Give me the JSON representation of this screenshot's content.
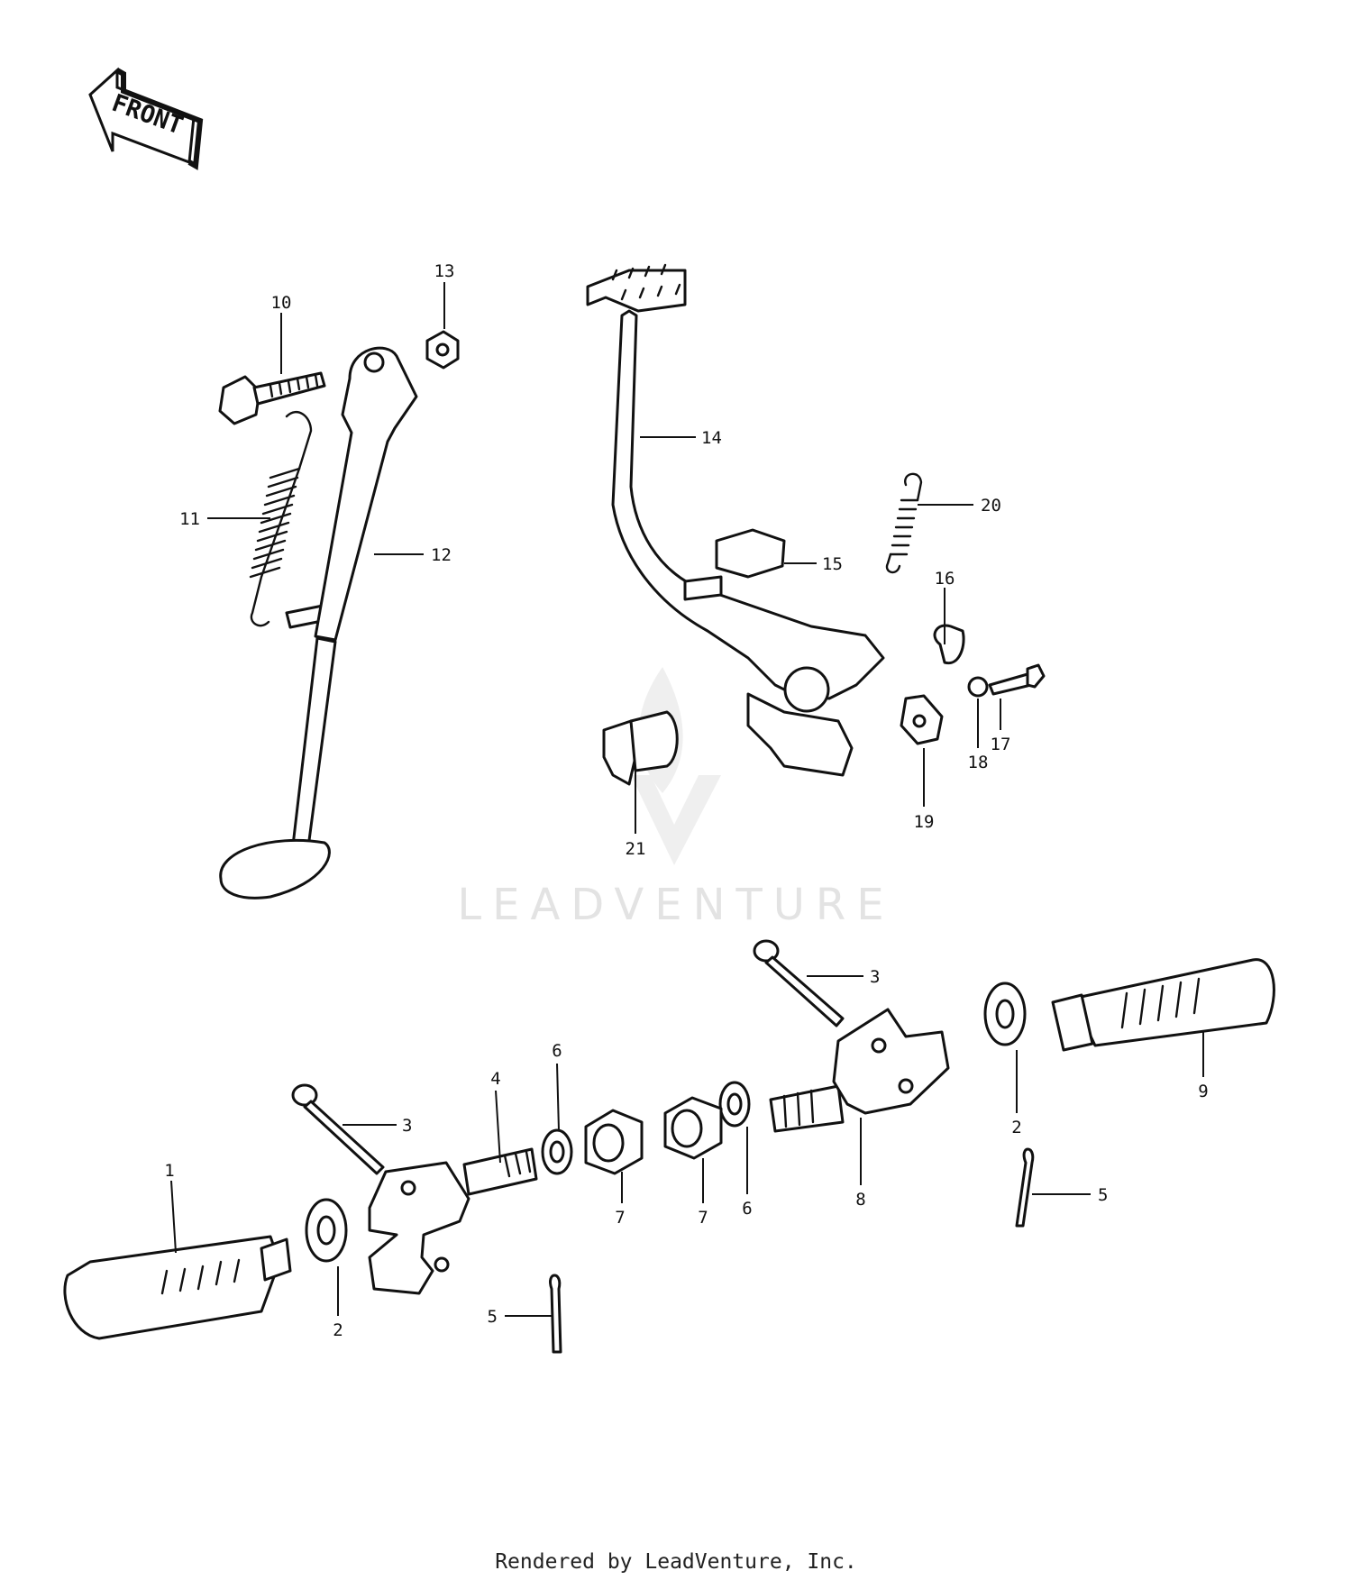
{
  "front_arrow": {
    "label": "FRONT"
  },
  "watermark": {
    "text": "LEADVENTURE"
  },
  "footer": {
    "text": "Rendered by LeadVenture, Inc."
  },
  "callouts": {
    "c1": "1",
    "c2a": "2",
    "c2b": "2",
    "c3a": "3",
    "c3b": "3",
    "c4": "4",
    "c5a": "5",
    "c5b": "5",
    "c6a": "6",
    "c6b": "6",
    "c7a": "7",
    "c7b": "7",
    "c8": "8",
    "c9": "9",
    "c10": "10",
    "c11": "11",
    "c12": "12",
    "c13": "13",
    "c14": "14",
    "c15": "15",
    "c16": "16",
    "c17": "17",
    "c18": "18",
    "c19": "19",
    "c20": "20",
    "c21": "21"
  }
}
